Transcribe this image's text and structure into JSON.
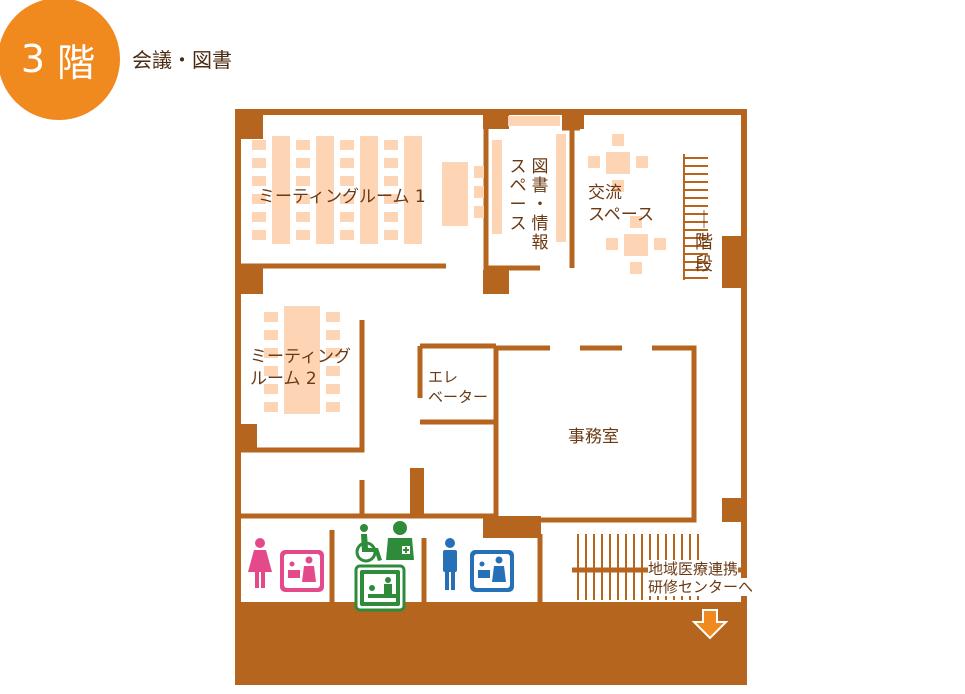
{
  "floor": {
    "number": "3",
    "kanji": "階",
    "subtitle": "会議・図書"
  },
  "rooms": {
    "meeting1": "ミーティングルーム 1",
    "meeting2_line1": "ミーティング",
    "meeting2_line2": "ルーム 2",
    "library_col1": [
      "図",
      "書",
      "・",
      "情",
      "報"
    ],
    "library_col2": [
      "ス",
      "ペ",
      "ー",
      "ス"
    ],
    "exchange_line1": "交流",
    "exchange_line2": "スペース",
    "stairs": [
      "｜",
      "階",
      "段"
    ],
    "elevator_line1": "エレ",
    "elevator_line2": "ベーター",
    "office": "事務室",
    "exit_line1": "地域医療連携",
    "exit_line2": "研修センターへ"
  },
  "icons": [
    "female-icon",
    "baby-care-icon",
    "wheelchair-icon",
    "nurse-icon",
    "diaper-changing-icon",
    "male-icon",
    "baby-care-male-icon",
    "down-arrow-icon"
  ],
  "colors": {
    "wall": "#b5651d",
    "furniture": "#fdd4b4",
    "badge": "#f0891e",
    "female": "#e4498a",
    "accessible": "#2e8b3a",
    "male": "#2670b8",
    "arrow": "#f0891e"
  }
}
